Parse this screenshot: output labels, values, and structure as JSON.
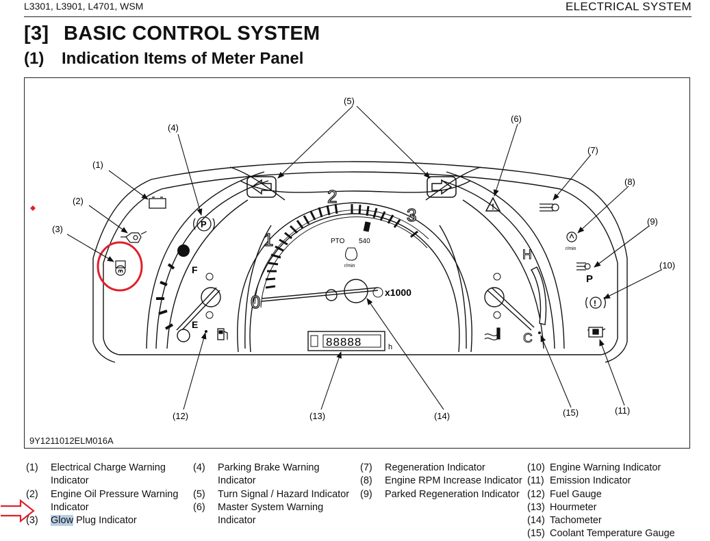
{
  "header": {
    "models": "L3301, L3901, L4701, WSM",
    "section": "ELECTRICAL SYSTEM"
  },
  "heading": {
    "number": "[3]",
    "title": "BASIC CONTROL SYSTEM"
  },
  "subheading": {
    "number": "(1)",
    "title": "Indication Items of Meter Panel"
  },
  "figure": {
    "code": "9Y1211012ELM016A",
    "callouts": [
      "(1)",
      "(2)",
      "(3)",
      "(4)",
      "(5)",
      "(6)",
      "(7)",
      "(8)",
      "(9)",
      "(10)",
      "(11)",
      "(12)",
      "(13)",
      "(14)",
      "(15)"
    ],
    "tach": {
      "ticks": [
        "0",
        "1",
        "2",
        "3"
      ],
      "multiplier": "x1000",
      "pto": "PTO",
      "pto_rpm": "540",
      "unit": "r/min"
    },
    "hourmeter": {
      "digits": "88888",
      "unit": "h"
    },
    "fuel": {
      "full": "F",
      "empty": "E"
    },
    "coolant": {
      "hot": "H",
      "cold": "C"
    },
    "parking_symbol": "P",
    "regen_symbol": "P",
    "rpm_unit": "r/min",
    "icons": [
      "battery-icon",
      "oil-can-icon",
      "glow-plug-icon",
      "parking-brake-icon",
      "turn-left-icon",
      "turn-right-icon",
      "warning-triangle-icon",
      "regeneration-icon",
      "rpm-increase-icon",
      "parked-regeneration-icon",
      "engine-warning-icon",
      "emission-icon",
      "fuel-pump-icon",
      "coolant-temp-icon"
    ],
    "colors": {
      "highlight_circle": "#e0202a",
      "arrow": "#e0202a",
      "text_highlight": "#b9cfe6"
    }
  },
  "legend": {
    "col1": [
      {
        "num": "(1)",
        "text": "Electrical Charge Warning Indicator"
      },
      {
        "num": "(2)",
        "text": "Engine Oil Pressure Warning Indicator"
      },
      {
        "num": "(3)",
        "text_hl": "Glow",
        "text": " Plug Indicator"
      }
    ],
    "col2": [
      {
        "num": "(4)",
        "text": "Parking Brake Warning Indicator"
      },
      {
        "num": "(5)",
        "text": "Turn Signal / Hazard Indicator"
      },
      {
        "num": "(6)",
        "text": "Master System Warning Indicator"
      }
    ],
    "col3": [
      {
        "num": "(7)",
        "text": "Regeneration Indicator"
      },
      {
        "num": "(8)",
        "text": "Engine RPM Increase Indicator"
      },
      {
        "num": "(9)",
        "text": "Parked Regeneration Indicator"
      }
    ],
    "col4": [
      {
        "num": "(10)",
        "text": "Engine Warning Indicator"
      },
      {
        "num": "(11)",
        "text": "Emission Indicator"
      },
      {
        "num": "(12)",
        "text": "Fuel Gauge"
      },
      {
        "num": "(13)",
        "text": "Hourmeter"
      },
      {
        "num": "(14)",
        "text": "Tachometer"
      },
      {
        "num": "(15)",
        "text": "Coolant Temperature Gauge"
      }
    ]
  }
}
